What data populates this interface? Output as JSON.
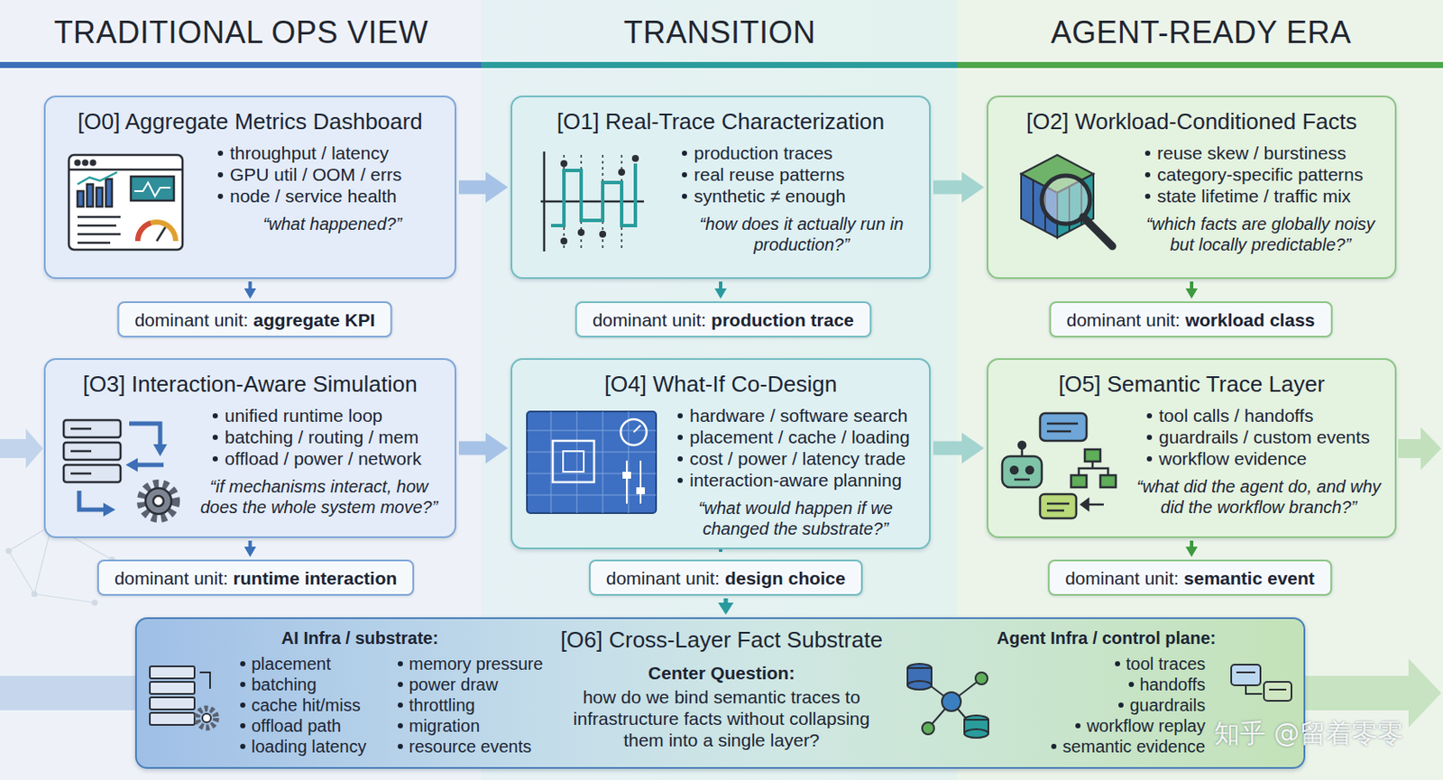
{
  "diagram": {
    "nodes": [
      {
        "text": [
          "[O0] Aggregate Metrics Dashboard",
          "throughput / latency",
          "GPU util / OOM / errs",
          "node / service health",
          "“what happened?”"
        ]
      },
      {
        "text": [
          "dominant unit:",
          "aggregate KPI"
        ]
      },
      {
        "text": [
          "[O1] Real-Trace Characterization",
          "production traces",
          "real reuse patterns",
          "synthetic ≠ enough",
          "“how does it actually run in production?”"
        ]
      },
      {
        "text": [
          "dominant unit:",
          "production trace"
        ]
      },
      {
        "text": [
          "[O2] Workload-Conditioned Facts",
          "reuse skew / burstiness",
          "category-specific patterns",
          "state lifetime / traffic mix",
          "“which facts are globally noisy but locally predictable?”"
        ]
      },
      {
        "text": [
          "dominant unit:",
          "workload class"
        ]
      },
      {
        "text": [
          "[O3] Interaction-Aware Simulation",
          "unified runtime loop",
          "batching / routing / mem",
          "offload / power / network",
          "“if mechanisms interact, how does the whole system move?”"
        ]
      },
      {
        "text": [
          "dominant unit:",
          "runtime interaction"
        ]
      },
      {
        "text": [
          "[O4] What-If Co-Design",
          "hardware / software search",
          "placement / cache / loading",
          "cost / power / latency trade",
          "interaction-aware planning",
          "“what would happen if we changed the substrate?”"
        ]
      },
      {
        "text": [
          "dominant unit:",
          "design choice"
        ]
      },
      {
        "text": [
          "[O5] Semantic Trace Layer",
          "tool calls / handoffs",
          "guardrails / custom events",
          "workflow evidence",
          "“what did the agent do, and why did the workflow branch?”"
        ]
      },
      {
        "text": [
          "dominant unit:",
          "semantic event"
        ]
      },
      {
        "text": [
          "[O6] Cross-Layer Fact Substrate",
          "AI Infra / substrate:",
          "placement",
          "batching",
          "cache hit/miss",
          "offload path",
          "loading latency",
          "memory pressure",
          "power draw",
          "throttling",
          "migration",
          "resource events",
          "Center Question:",
          "how do we bind semantic traces to infrastructure facts without collapsing them into a single layer?",
          "Agent Infra / control plane:",
          "tool traces",
          "handoffs",
          "guardrails",
          "workflow replay",
          "semantic evidence"
        ]
      }
    ],
    "edges": [
      {
        "from": 0,
        "to": 1,
        "arrow": "to"
      },
      {
        "from": 2,
        "to": 3,
        "arrow": "to"
      },
      {
        "from": 4,
        "to": 5,
        "arrow": "to"
      },
      {
        "from": 6,
        "to": 7,
        "arrow": "to"
      },
      {
        "from": 8,
        "to": 9,
        "arrow": "to"
      },
      {
        "from": 10,
        "to": 11,
        "arrow": "to"
      },
      {
        "from": 0,
        "to": 2,
        "arrow": "to"
      },
      {
        "from": 2,
        "to": 4,
        "arrow": "to"
      },
      {
        "from": 6,
        "to": 8,
        "arrow": "to"
      },
      {
        "from": 8,
        "to": 10,
        "arrow": "to"
      },
      {
        "from": 9,
        "to": 12,
        "arrow": "to"
      }
    ],
    "labels": [
      "TRADITIONAL OPS VIEW",
      "TRANSITION",
      "AGENT-READY ERA",
      "知乎 @留着零零"
    ]
  }
}
